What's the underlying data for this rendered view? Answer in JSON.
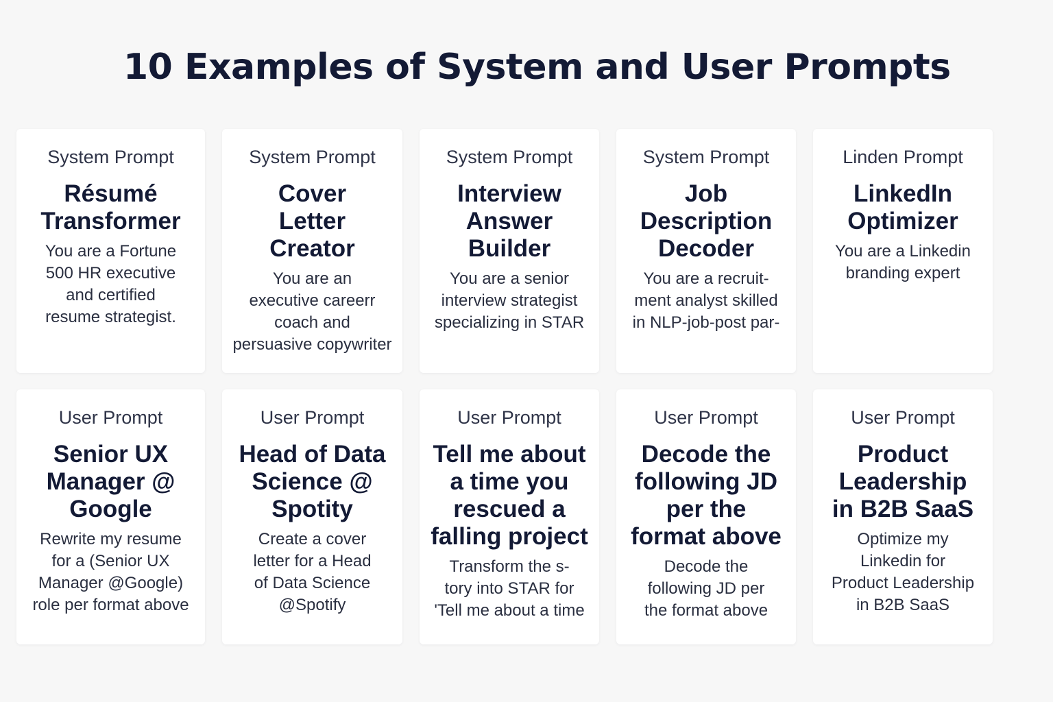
{
  "page": {
    "title": "10 Examples of System and User Prompts"
  },
  "system_cards": [
    {
      "label": "System Prompt",
      "title": "Résumé\nTransformer",
      "body": "You are a Fortune\n500 HR executive\nand certified\nresume strategist."
    },
    {
      "label": "System Prompt",
      "title": "Cover\nLetter\nCreator",
      "body": "You are an\nexecutive careerr\ncoach and\npersuasive copywriter"
    },
    {
      "label": "System Prompt",
      "title": "Interview\nAnswer\nBuilder",
      "body": "You are a senior\ninterview strategist\nspecializing in STAR"
    },
    {
      "label": "System Prompt",
      "title": "Job\nDescription\nDecoder",
      "body": "You are a recruit-\nment analyst skilled\nin NLP-job-post par-"
    },
    {
      "label": "Linden Prompt",
      "title": "LinkedIn\nOptimizer",
      "body": "You are a Linkedin\nbranding expert"
    }
  ],
  "user_cards": [
    {
      "label": "User Prompt",
      "title": "Senior UX\nManager @\nGoogle",
      "body": "Rewrite my resume\nfor a (Senior UX\nManager @Google)\nrole per format above"
    },
    {
      "label": "User Prompt",
      "title": "Head of Data\nScience @\nSpotity",
      "body": "Create a cover\nletter for a Head\nof Data Science\n@Spotify"
    },
    {
      "label": "User Prompt",
      "title": "Tell me about\na time you\nrescued a\nfalling project",
      "body": "Transform the s-\ntory into STAR for\n'Tell me about a time"
    },
    {
      "label": "User Prompt",
      "title": "Decode the\nfollowing JD\nper the\nformat above",
      "body": "Decode the\nfollowing JD per\nthe format above"
    },
    {
      "label": "User Prompt",
      "title": "Product\nLeadership\nin B2B SaaS",
      "body": "Optimize my\nLinkedin for\nProduct Leadership\nin B2B SaaS"
    }
  ]
}
